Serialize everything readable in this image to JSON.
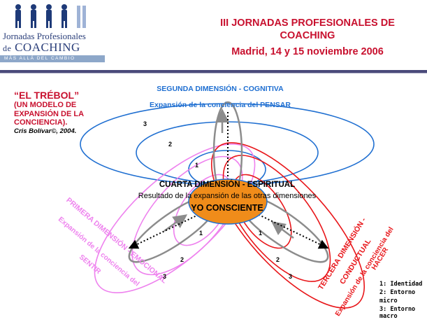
{
  "header": {
    "logo_line1": "Jornadas Profesionales",
    "logo_line2_prefix": "de",
    "logo_line2_word": "COACHING",
    "logo_tagline": "MÁS ALLÁ DEL CAMBIO",
    "title": "III JORNADAS PROFESIONALES DE COACHING",
    "subtitle": "Madrid, 14 y 15 noviembre 2006"
  },
  "model": {
    "title": "“EL TRÉBOL”",
    "subtitle": "(UN MODELO DE EXPANSIÓN DE LA CONCIENCIA).",
    "author": "Cris Bolívar©, 2004."
  },
  "dimensions": {
    "second_title": "SEGUNDA DIMENSIÓN - COGNITIVA",
    "second_sub": "Expansión de la conciencia del PENSAR",
    "fourth_title": "CUARTA DIMENSIÓN - ESPIRITUAL",
    "fourth_sub": "Resultado de la expansión de las otras dimensiones",
    "center": "YO CONSCIENTE",
    "first_title": "PRIMERA DIMENSIÓN - EMOCIONAL",
    "first_sub1": "Expansión de la conciencia del",
    "first_sub2": "SENTIR",
    "third_title1": "TERCERA DIMENSIÓN -",
    "third_title2": "CONDUCTUAL",
    "third_sub1": "Expansión de la conciencia del",
    "third_sub2": "HACER"
  },
  "ring_numbers": [
    "1",
    "2",
    "3"
  ],
  "legend": {
    "item1": "1: Identidad",
    "item2": "2: Entorno micro",
    "item3a": "3: Entorno",
    "item3b": "macro"
  },
  "colors": {
    "red": "#c8102e",
    "blue": "#1f6fd1",
    "pink": "#ee82ee",
    "redloop": "#e8161a",
    "center": "#f08c1a",
    "gray": "#8c8c8c"
  }
}
